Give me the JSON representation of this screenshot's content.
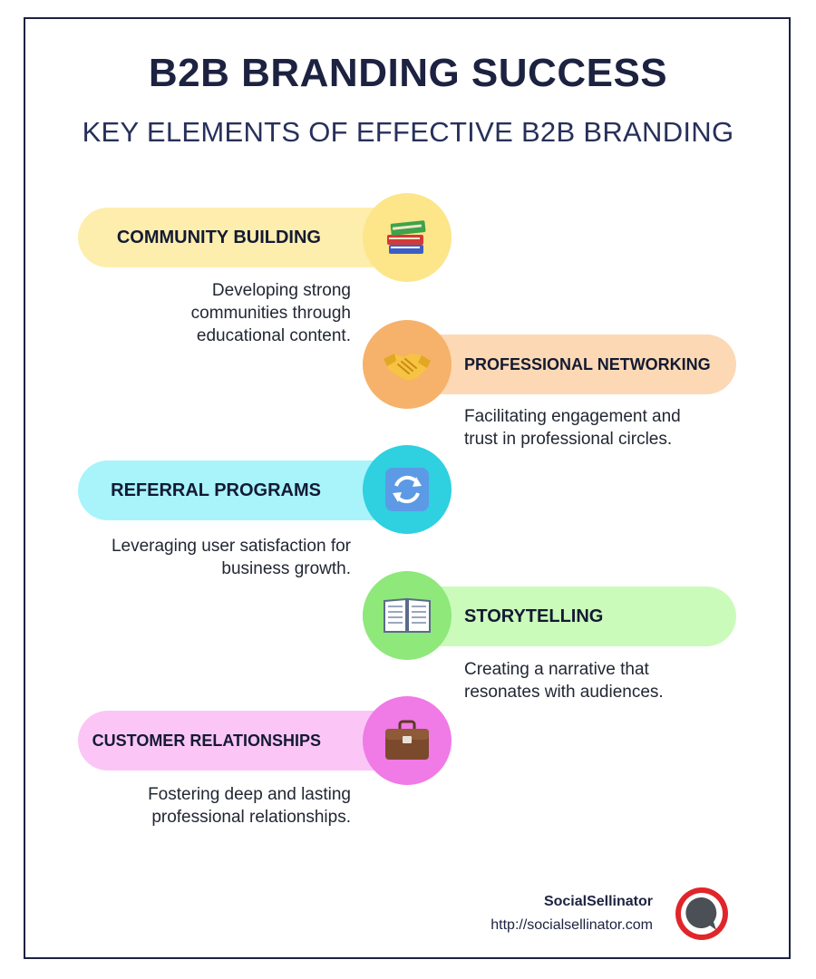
{
  "title": "B2B BRANDING SUCCESS",
  "subtitle": "KEY ELEMENTS OF EFFECTIVE B2B BRANDING",
  "items": [
    {
      "label": "COMMUNITY BUILDING",
      "description": "Developing strong communities through educational content.",
      "icon": "books-icon",
      "color": "#fde58a",
      "pill_color": "#fdeeae"
    },
    {
      "label": "PROFESSIONAL NETWORKING",
      "description": "Facilitating engagement and trust in professional circles.",
      "icon": "handshake-icon",
      "color": "#f6b26b",
      "pill_color": "#fcd9b4"
    },
    {
      "label": "REFERRAL PROGRAMS",
      "description": "Leveraging user satisfaction for business growth.",
      "icon": "refresh-icon",
      "color": "#2fd0e0",
      "pill_color": "#a8f4fa"
    },
    {
      "label": "STORYTELLING",
      "description": "Creating a narrative that resonates with audiences.",
      "icon": "open-book-icon",
      "color": "#8ee87a",
      "pill_color": "#cbfbbb"
    },
    {
      "label": "CUSTOMER RELATIONSHIPS",
      "description": "Fostering deep and lasting professional relationships.",
      "icon": "briefcase-icon",
      "color": "#f07ae6",
      "pill_color": "#fbc6f6"
    }
  ],
  "footer": {
    "brand": "SocialSellinator",
    "url": "http://socialsellinator.com"
  }
}
